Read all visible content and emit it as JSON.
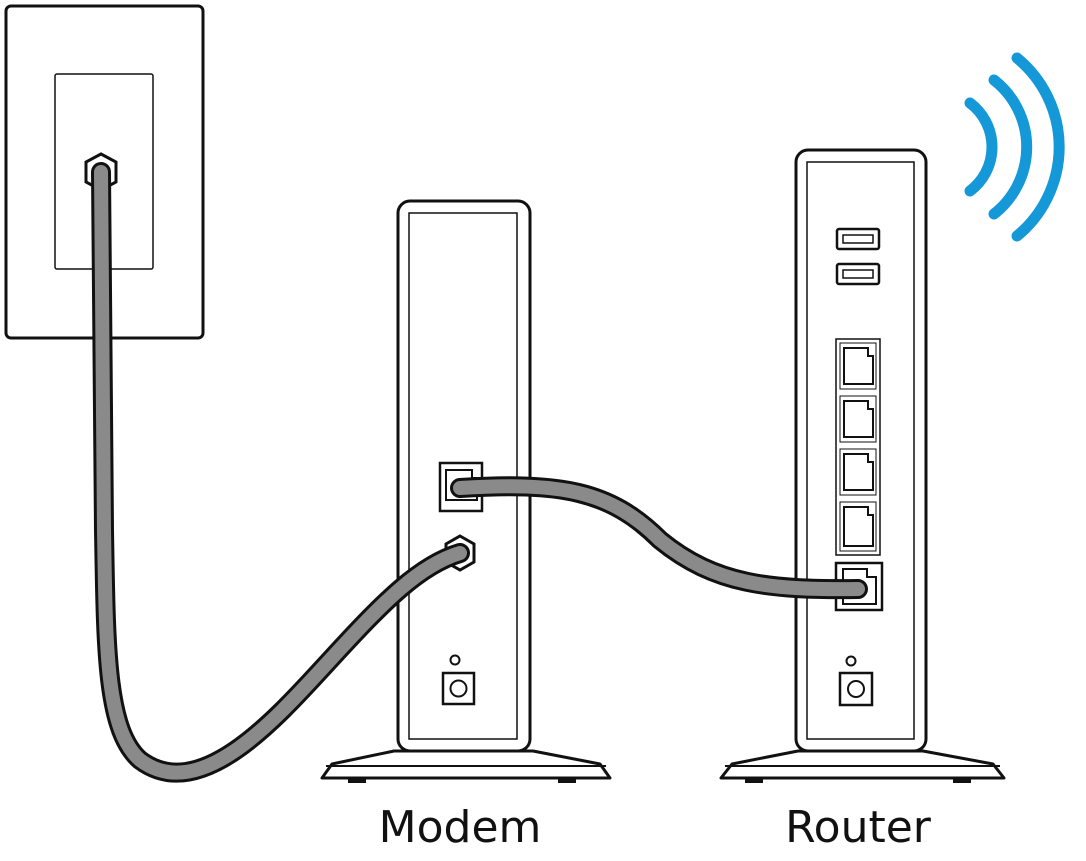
{
  "labels": {
    "modem": "Modem",
    "router": "Router"
  },
  "colors": {
    "outline": "#111111",
    "cable": "#8a8a8a",
    "wifi": "#1598d8",
    "background": "#ffffff"
  },
  "icons": {
    "wall_outlet": "coax-wall-outlet-icon",
    "wifi": "wifi-signal-icon",
    "coax_port": "coax-port-icon",
    "ethernet_port": "ethernet-port-icon",
    "usb_port": "usb-port-icon",
    "power_port": "power-port-icon"
  },
  "router": {
    "usb_port_count": 2,
    "lan_port_count": 4,
    "internet_port_count": 1
  }
}
